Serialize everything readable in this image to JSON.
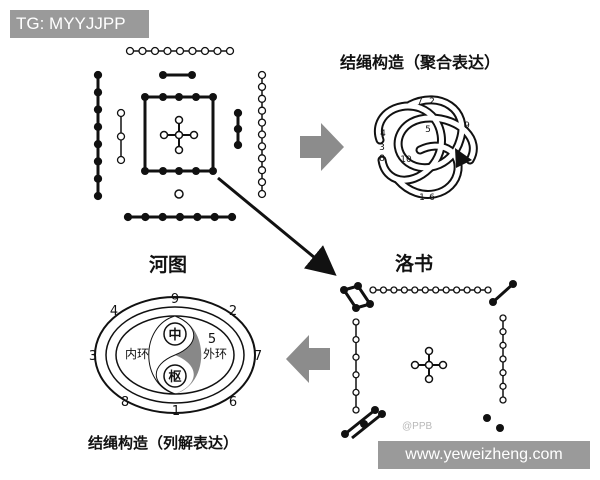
{
  "watermark_top": "TG: MYYJJPP",
  "watermark_bottom": "www.yeweizheng.com",
  "faint_watermark": "@PPB",
  "panels": {
    "hetu": {
      "caption": "河图"
    },
    "knot": {
      "caption": "结绳构造（聚合表达）",
      "numbers": [
        "7",
        "2",
        "4",
        "9",
        "5",
        "3",
        "8",
        "10",
        "1",
        "6"
      ]
    },
    "luoshu": {
      "caption": "洛书"
    },
    "taiji": {
      "inner_label": "内环",
      "outer_label": "外环",
      "center_top": "中",
      "center_bottom": "枢",
      "numbers": [
        "4",
        "9",
        "2",
        "3",
        "5",
        "7",
        "8",
        "1",
        "6"
      ],
      "caption_cut": "结绳构造（列解表达）"
    }
  },
  "colors": {
    "banner": "#9a9a9a",
    "ink": "#111111",
    "arrow_gray": "#8c8c8c"
  }
}
